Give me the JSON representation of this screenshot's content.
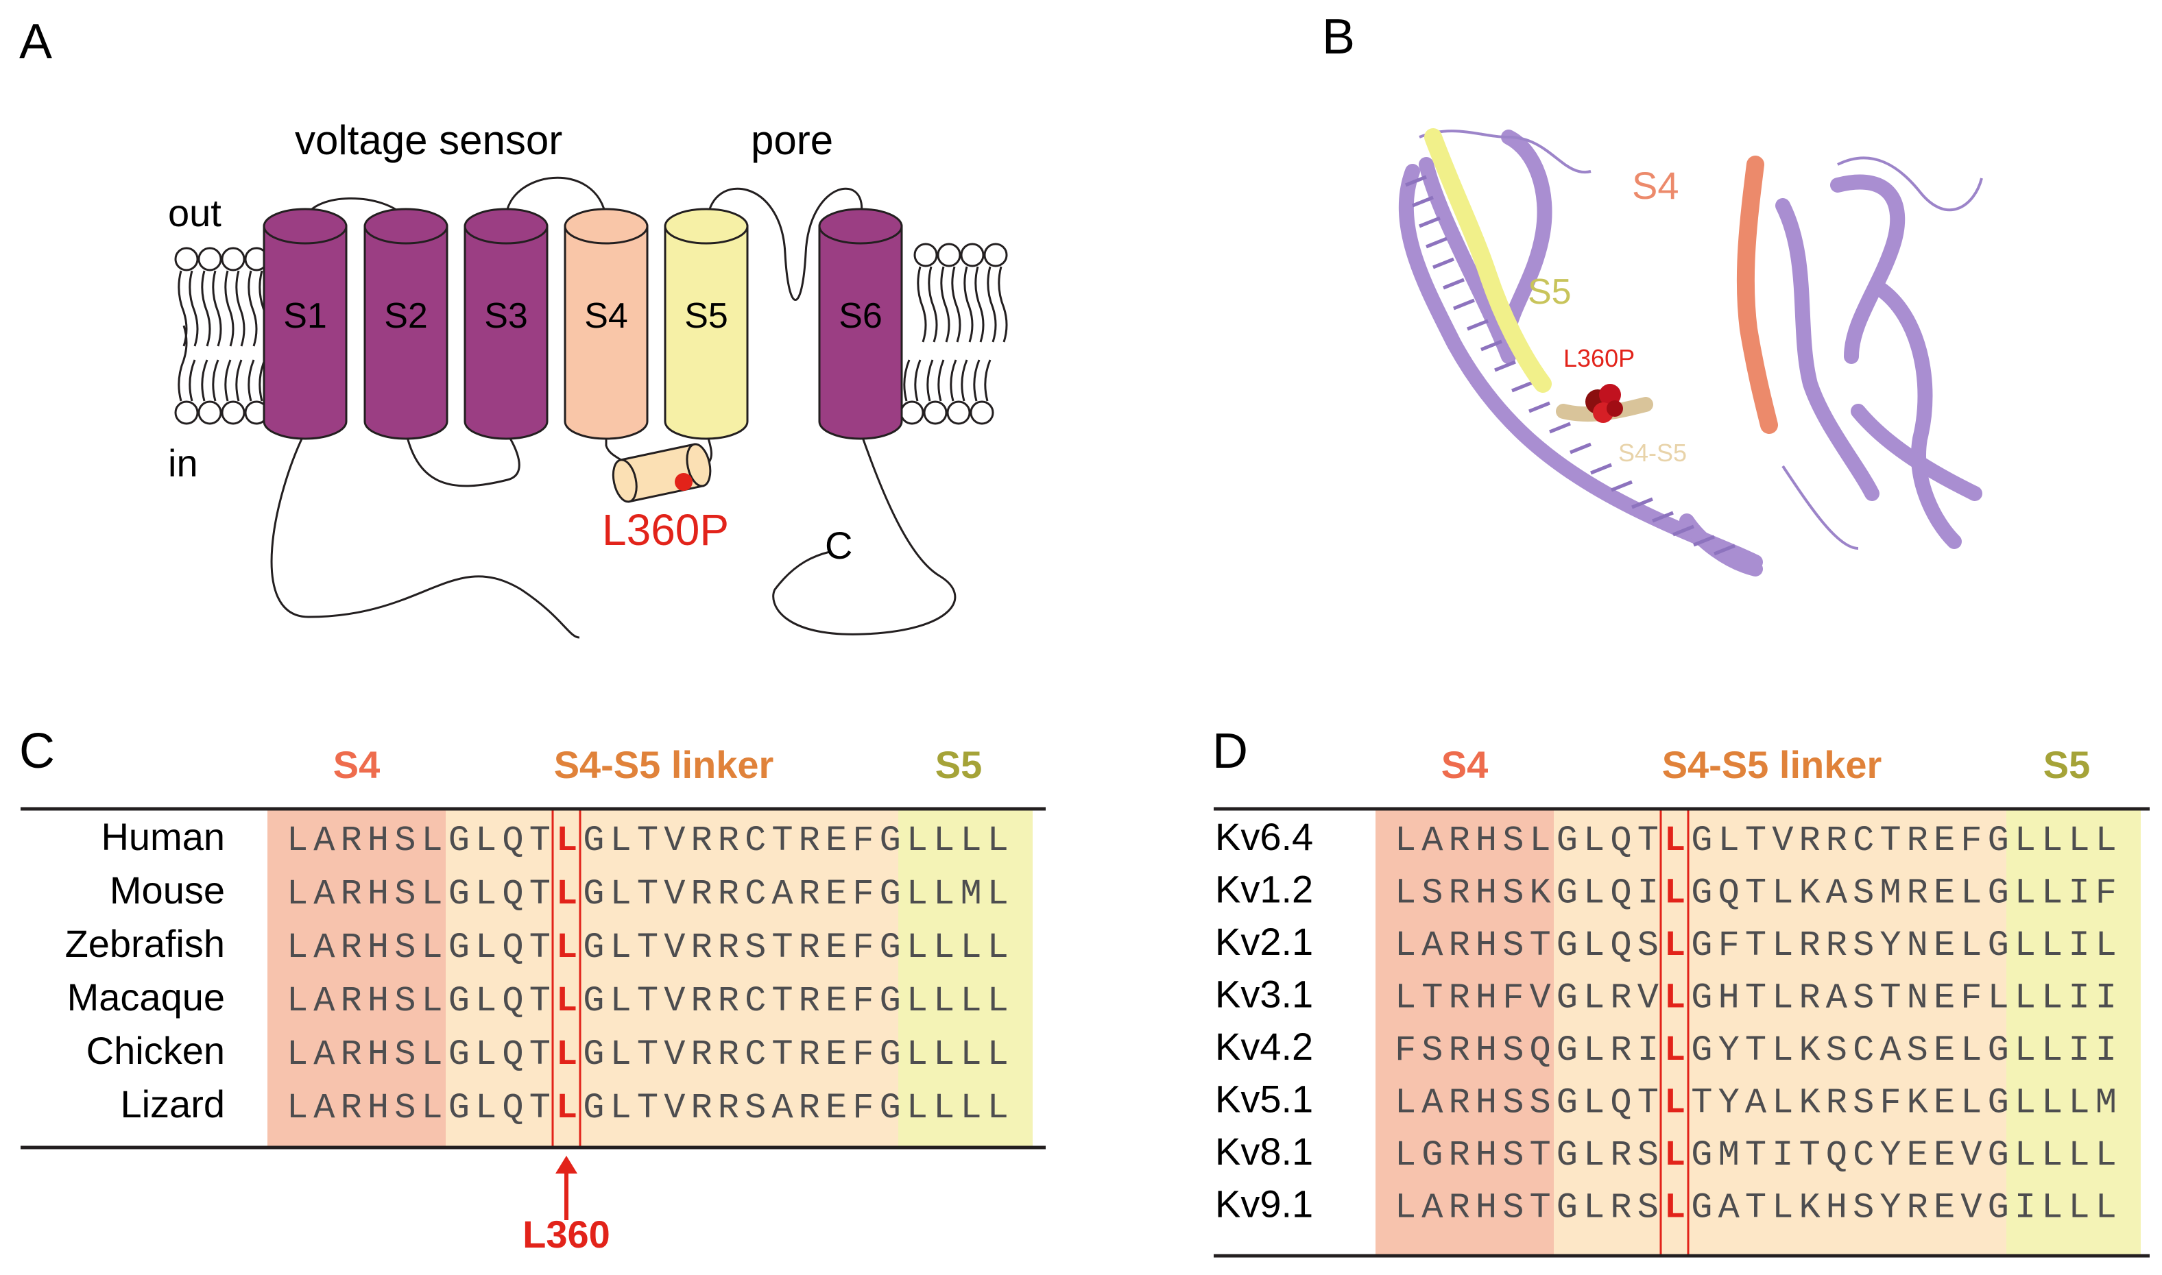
{
  "panels": {
    "a": {
      "letter": "A",
      "title_vs": "voltage sensor",
      "title_pore": "pore",
      "label_out": "out",
      "label_in": "in",
      "segments": [
        "S1",
        "S2",
        "S3",
        "S4",
        "S5",
        "S6"
      ],
      "mutation": "L360P",
      "c_term": "C"
    },
    "b": {
      "letter": "B",
      "label_s4": "S4",
      "label_s5": "S5",
      "label_mut": "L360P",
      "label_linker": "S4-S5"
    },
    "c": {
      "letter": "C",
      "header_s4": "S4",
      "header_linker": "S4-S5 linker",
      "header_s5": "S5",
      "rows": [
        {
          "name": "Human",
          "seq": "LARHSLGLQTLGLTVRRCTREFGLLLL"
        },
        {
          "name": "Mouse",
          "seq": "LARHSLGLQTLGLTVRRCAREFGLLML"
        },
        {
          "name": "Zebrafish",
          "seq": "LARHSLGLQTLGLTVRRSTREFGLLLL"
        },
        {
          "name": "Macaque",
          "seq": "LARHSLGLQTLGLTVRRCTREFGLLLL"
        },
        {
          "name": "Chicken",
          "seq": "LARHSLGLQTLGLTVRRCTREFGLLLL"
        },
        {
          "name": "Lizard",
          "seq": "LARHSLGLQTLGLTVRRSAREFGLLLL"
        }
      ],
      "arrow_label": "L360"
    },
    "d": {
      "letter": "D",
      "header_s4": "S4",
      "header_linker": "S4-S5 linker",
      "header_s5": "S5",
      "rows": [
        {
          "name": "Kv6.4",
          "seq": "LARHSLGLQTLGLTVRRCTREFGLLLL"
        },
        {
          "name": "Kv1.2",
          "seq": "LSRHSKGLQILGQTLKASMRELGLLIF"
        },
        {
          "name": "Kv2.1",
          "seq": "LARHSTGLQSLGFTLRRSYNELGLLIL"
        },
        {
          "name": "Kv3.1",
          "seq": "LTRHFVGLRVLGHTLRASTNEFLLLII"
        },
        {
          "name": "Kv4.2",
          "seq": "FSRHSQGLRILGYTLKSCASELGLLII"
        },
        {
          "name": "Kv5.1",
          "seq": "LARHSSGLQTLTYALKRSFKELGLLLM"
        },
        {
          "name": "Kv8.1",
          "seq": "LGRHSTGLRSLGMTITQCYEEVGLLLL"
        },
        {
          "name": "Kv9.1",
          "seq": "LARHSTGLRSLGATLKHSYREVGILLL"
        }
      ]
    }
  },
  "colors": {
    "purple": "#9b3e83",
    "s4": "#f9c6a8",
    "s5": "#f6f0a6",
    "linker": "#fbe0b4",
    "red": "#e2231a",
    "s4_header": "#ee6c4d",
    "linker_header": "#e0823a",
    "s5_header": "#a5a338",
    "bg_s4": "#f7c3ad",
    "bg_linker": "#fde7c7",
    "bg_s5": "#f4f3b6"
  }
}
